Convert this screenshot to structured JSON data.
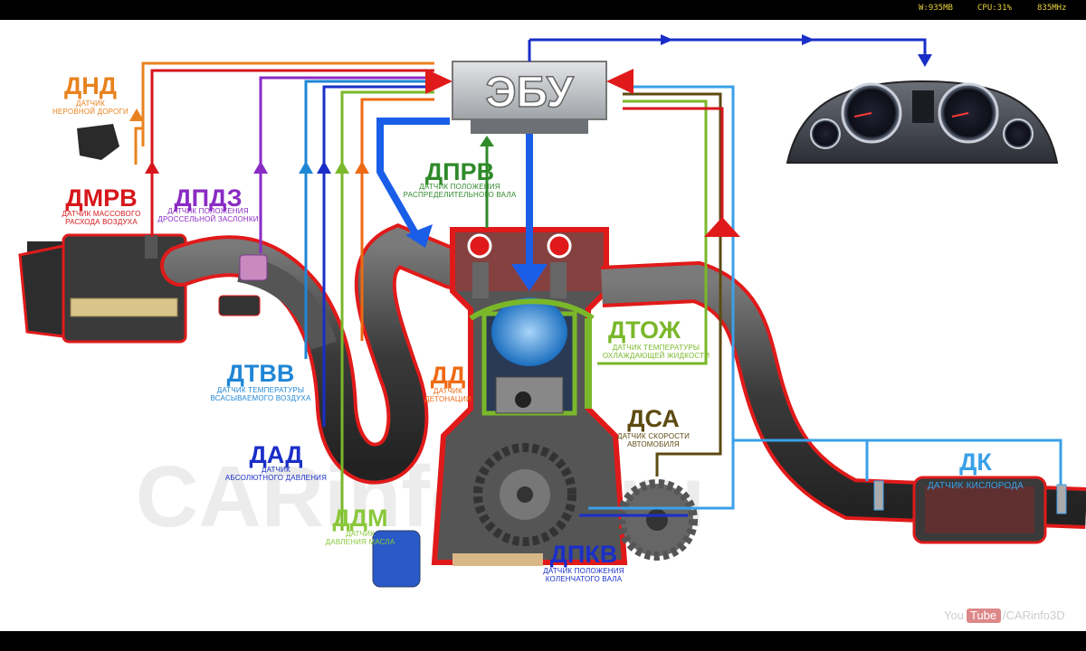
{
  "status_bar": {
    "memory": "W:935MB",
    "cpu": "CPU:31%",
    "freq": "835MHz"
  },
  "ecu": {
    "label": "ЭБУ"
  },
  "watermark": {
    "text": "CARinfo3D.ru"
  },
  "youtube": {
    "you": "You",
    "tube": "Tube",
    "channel": "/CARinfo3D"
  },
  "sensors": {
    "dnd": {
      "code": "ДНД",
      "line1": "ДАТЧИК",
      "line2": "НЕРОВНОЙ ДОРОГИ",
      "color": "#e8821e"
    },
    "dmrv": {
      "code": "ДМРВ",
      "line1": "ДАТЧИК МАССОВОГО",
      "line2": "РАСХОДА ВОЗДУХА",
      "color": "#d6161b"
    },
    "dpdz": {
      "code": "ДПДЗ",
      "line1": "ДАТЧИК ПОЛОЖЕНИЯ",
      "line2": "ДРОССЕЛЬНОЙ ЗАСЛОНКИ",
      "color": "#8a2bc4"
    },
    "dprv": {
      "code": "ДПРВ",
      "line1": "ДАТЧИК ПОЛОЖЕНИЯ",
      "line2": "РАСПРЕДЕЛИТЕЛЬНОГО ВАЛА",
      "color": "#2f8a2a"
    },
    "dtvv": {
      "code": "ДТВВ",
      "line1": "ДАТЧИК ТЕМПЕРАТУРЫ",
      "line2": "ВСАСЫВАЕМОГО ВОЗДУХА",
      "color": "#1f86d6"
    },
    "dad": {
      "code": "ДАД",
      "line1": "ДАТЧИК",
      "line2": "АБСОЛЮТНОГО ДАВЛЕНИЯ",
      "color": "#1a2ec8"
    },
    "dd": {
      "code": "ДД",
      "line1": "ДАТЧИК",
      "line2": "ДЕТОНАЦИИ",
      "color": "#ee6a14"
    },
    "dtozh": {
      "code": "ДТОЖ",
      "line1": "ДАТЧИК ТЕМПЕРАТУРЫ",
      "line2": "ОХЛАЖДАЮЩЕЙ ЖИДКОСТИ",
      "color": "#7ab82a"
    },
    "dsa": {
      "code": "ДСА",
      "line1": "ДАТЧИК СКОРОСТИ",
      "line2": "АВТОМОБИЛЯ",
      "color": "#5c4a10"
    },
    "dk": {
      "code": "ДК",
      "line1": "ДАТЧИК КИСЛОРОДА",
      "line2": "",
      "color": "#3aa0e8"
    },
    "ddm": {
      "code": "ДДМ",
      "line1": "ДАТЧИК",
      "line2": "ДАВЛЕНИЯ МАСЛА",
      "color": "#8ac83a"
    },
    "dpkv": {
      "code": "ДПКВ",
      "line1": "ДАТЧИК ПОЛОЖЕНИЯ",
      "line2": "КОЛЕНЧАТОГО ВАЛА",
      "color": "#1a2ec8"
    }
  }
}
